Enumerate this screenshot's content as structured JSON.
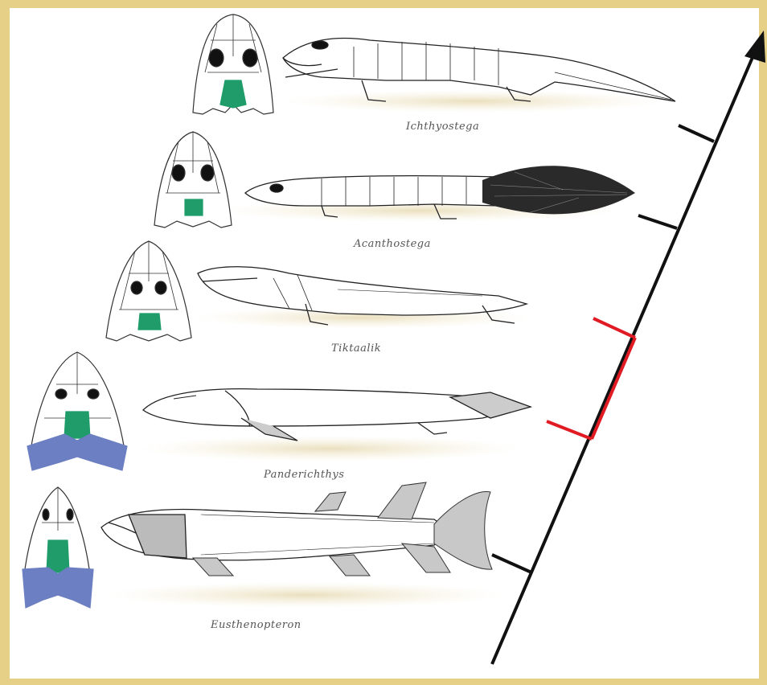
{
  "taxa": [
    {
      "name": "Ichthyostega"
    },
    {
      "name": "Acanthostega"
    },
    {
      "name": "Tiktaalik"
    },
    {
      "name": "Panderichthys"
    },
    {
      "name": "Eusthenopteron"
    }
  ],
  "colors": {
    "frame": "#e6cf86",
    "ground": "#efe4c4",
    "skull_green": "#1f9c6a",
    "skull_blue": "#6c7fc2",
    "timeline": "#111111",
    "highlight_branch": "#e01b24"
  }
}
